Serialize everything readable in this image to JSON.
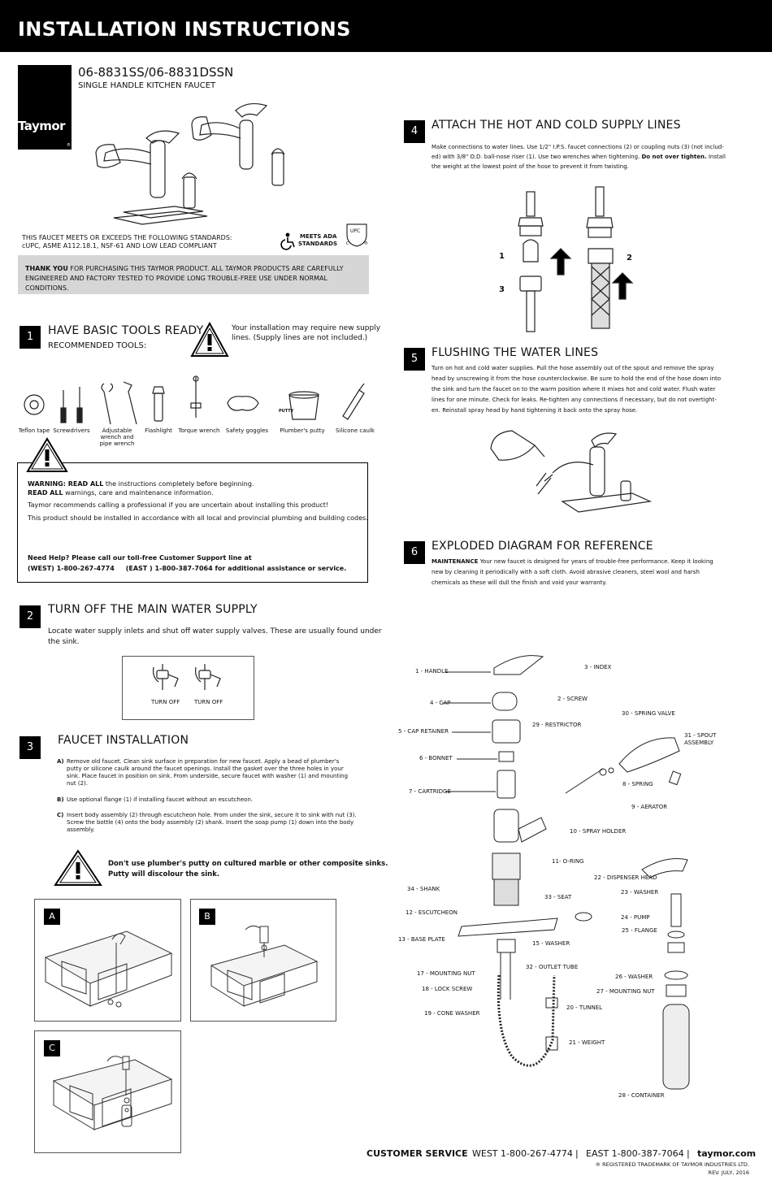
{
  "header": {
    "title": "INSTALLATION INSTRUCTIONS"
  },
  "brand": {
    "logo_text": "Taymor",
    "registered_mark": "®"
  },
  "product": {
    "model": "06-8831SS/06-8831DSSN",
    "subtitle": "SINGLE HANDLE KITCHEN FAUCET"
  },
  "standards": {
    "line1": "THIS FAUCET MEETS OR EXCEEDS THE FOLLOWING STANDARDS:",
    "line2": "cUPC, ASME A112.18.1, NSF-61 AND LOW LEAD COMPLIANT",
    "ada_line1": "MEETS ADA",
    "ada_line2": "STANDARDS",
    "upc": "UPC",
    "upc_c": "C",
    "upc_r": "®"
  },
  "thank_you": {
    "bold": "THANK YOU",
    "line1": " FOR PURCHASING THIS TAYMOR PRODUCT. ALL TAYMOR PRODUCTS ARE  CAREFULLY",
    "line2": "ENGINEERED AND FACTORY TESTED TO PROVIDE LONG TROUBLE-FREE USE UNDER NORMAL CONDITIONS."
  },
  "step1": {
    "number": "1",
    "title": "HAVE BASIC TOOLS READY",
    "subtitle": "RECOMMENDED TOOLS:",
    "note_line1": "Your installation may require new supply",
    "note_line2": "lines. (Supply lines are not included.)",
    "tools": [
      "Teflon tape",
      "Screwdrivers",
      "Adjustable",
      "wrench and",
      "pipe wrench",
      "Flashlight",
      "Torque wrench",
      "Safety goggles",
      "Plumber's putty",
      "Silicone caulk"
    ],
    "putty_label": "PUTTY"
  },
  "warning": {
    "l1_bold": "WARNING: READ ALL",
    "l1": " the instructions completely before beginning.",
    "l2_bold": "READ ALL",
    "l2": " warnings, care and maintenance information.",
    "l3": "Taymor recommends calling a professional if you are uncertain about installing this product!",
    "l4": "This product should be installed in accordance with all local and provincial plumbing and building codes.",
    "help1": "Need Help? Please call our toll-free Customer Support line at",
    "help2": "(WEST) 1-800-267-4774     (EAST ) 1-800-387-7064 for additional assistance or service."
  },
  "step2": {
    "number": "2",
    "title": "TURN OFF THE MAIN WATER SUPPLY",
    "line1": "Locate water supply inlets and shut off water supply valves. These are usually found under",
    "line2": "the sink.",
    "turn_off_1": "TURN OFF",
    "turn_off_2": "TURN OFF"
  },
  "step3": {
    "number": "3",
    "title": "FAUCET INSTALLATION",
    "a_label": "A)",
    "a1": "Remove old faucet. Clean sink surface in preparation for new faucet. Apply a bead of plumber's",
    "a2": "putty or silicone caulk around the faucet openings. Install the gasket over the three holes in your",
    "a3": "sink. Place faucet in position on sink. From underside, secure faucet with washer (1) and mounting",
    "a4": "nut (2).",
    "b_label": "B)",
    "b1": "Use optional flange (1) if installing faucet without an escutcheon.",
    "c_label": "C)",
    "c1": "Insert body assembly (2) through escutcheon hole. From under the sink, secure it to sink with nut (3).",
    "c2": "Screw the bottle (4) onto the body assembly (2) shank. Insert the soap pump (1) down into the body",
    "c3": "assembly.",
    "caution1": "Don't use plumber's putty on cultured marble or other composite sinks.",
    "caution2": "Putty will discolour the sink.",
    "panels": [
      "A",
      "B",
      "C"
    ]
  },
  "step4": {
    "number": "4",
    "title": "ATTACH THE HOT AND COLD SUPPLY LINES",
    "l1": "Make connections to water lines. Use 1/2\" I.P.S. faucet connections (2) or coupling nuts (3) (not includ-",
    "l2": "ed) with 3/8\" O.D. ball-nose riser (1). Use two wrenches when tightening. ",
    "l2_bold": "Do not over tighten.",
    "l2_end": " Install",
    "l3": "the weight at the lowest point of the hose to prevent it from twisting.",
    "callouts": [
      "1",
      "2",
      "3"
    ]
  },
  "step5": {
    "number": "5",
    "title": "FLUSHING THE WATER LINES",
    "l1": "Turn on hot and cold water supplies. Pull the hose assembly out of the spout and remove the spray",
    "l2": "head by unscrewing it from the hose counterclockwise. Be sure to hold the end of the hose down into",
    "l3": "the sink and turn the faucet on to the warm position where it mixes hot and cold water. Flush water",
    "l4": "lines for one minute. Check for leaks. Re-tighten any connections if necessary, but do not overtight-",
    "l5": "en. Reinstall spray head by hand tightening it back onto the spray hose."
  },
  "step6": {
    "number": "6",
    "title": "EXPLODED DIAGRAM FOR REFERENCE",
    "bold": "MAINTENANCE",
    "l1": " Your new faucet is designed for years of trouble-free performance. Keep it looking",
    "l2": "new by cleaning it periodically with a soft cloth. Avoid abrasive cleaners, steel wool and harsh",
    "l3": "chemicals as these will dull the finish and void your warranty."
  },
  "parts": {
    "p1": "1 - HANDLE",
    "p3": "3 - INDEX",
    "p2": "2 - SCREW",
    "p4": "4 - CAP",
    "p30": "30 - SPRING VALVE",
    "p29": "29 - RESTRICTOR",
    "p31a": "31 - SPOUT",
    "p31b": "ASSEMBLY",
    "p5": "5 - CAP RETAINER",
    "p6": "6 - BONNET",
    "p8": "8 - SPRING",
    "p7": "7 - CARTRIDGE",
    "p9": "9 - AERATOR",
    "p10": "10 - SPRAY HOLDER",
    "p11": "11- O-RING",
    "p22": "22 - DISPENSER HEAD",
    "p34": "34 - SHANK",
    "p23": "23 - WASHER",
    "p33": "33 - SEAT",
    "p12": "12 - ESCUTCHEON",
    "p24": "24 - PUMP",
    "p25": "25 - FLANGE",
    "p13": "13 - BASE PLATE",
    "p15": "15 - WASHER",
    "p32": "32 - OUTLET TUBE",
    "p17": "17 - MOUNTING NUT",
    "p26": "26 - WASHER",
    "p18": "18 - LOCK SCREW",
    "p27": "27 - MOUNTING NUT",
    "p20": "20 - TUNNEL",
    "p19": "19 - CONE WASHER",
    "p21": "21 - WEIGHT",
    "p28": "28 - CONTAINER"
  },
  "footer": {
    "service": "CUSTOMER SERVICE",
    "west": "WEST 1-800-267-4774",
    "sep1": "|",
    "east": "EAST 1-800-387-7064",
    "sep2": "|",
    "web": "taymor.com",
    "trademark": "® REGISTERED TRADEMARK OF TAYMOR INDUSTRIES LTD.",
    "rev": "REV. JULY, 2016"
  }
}
